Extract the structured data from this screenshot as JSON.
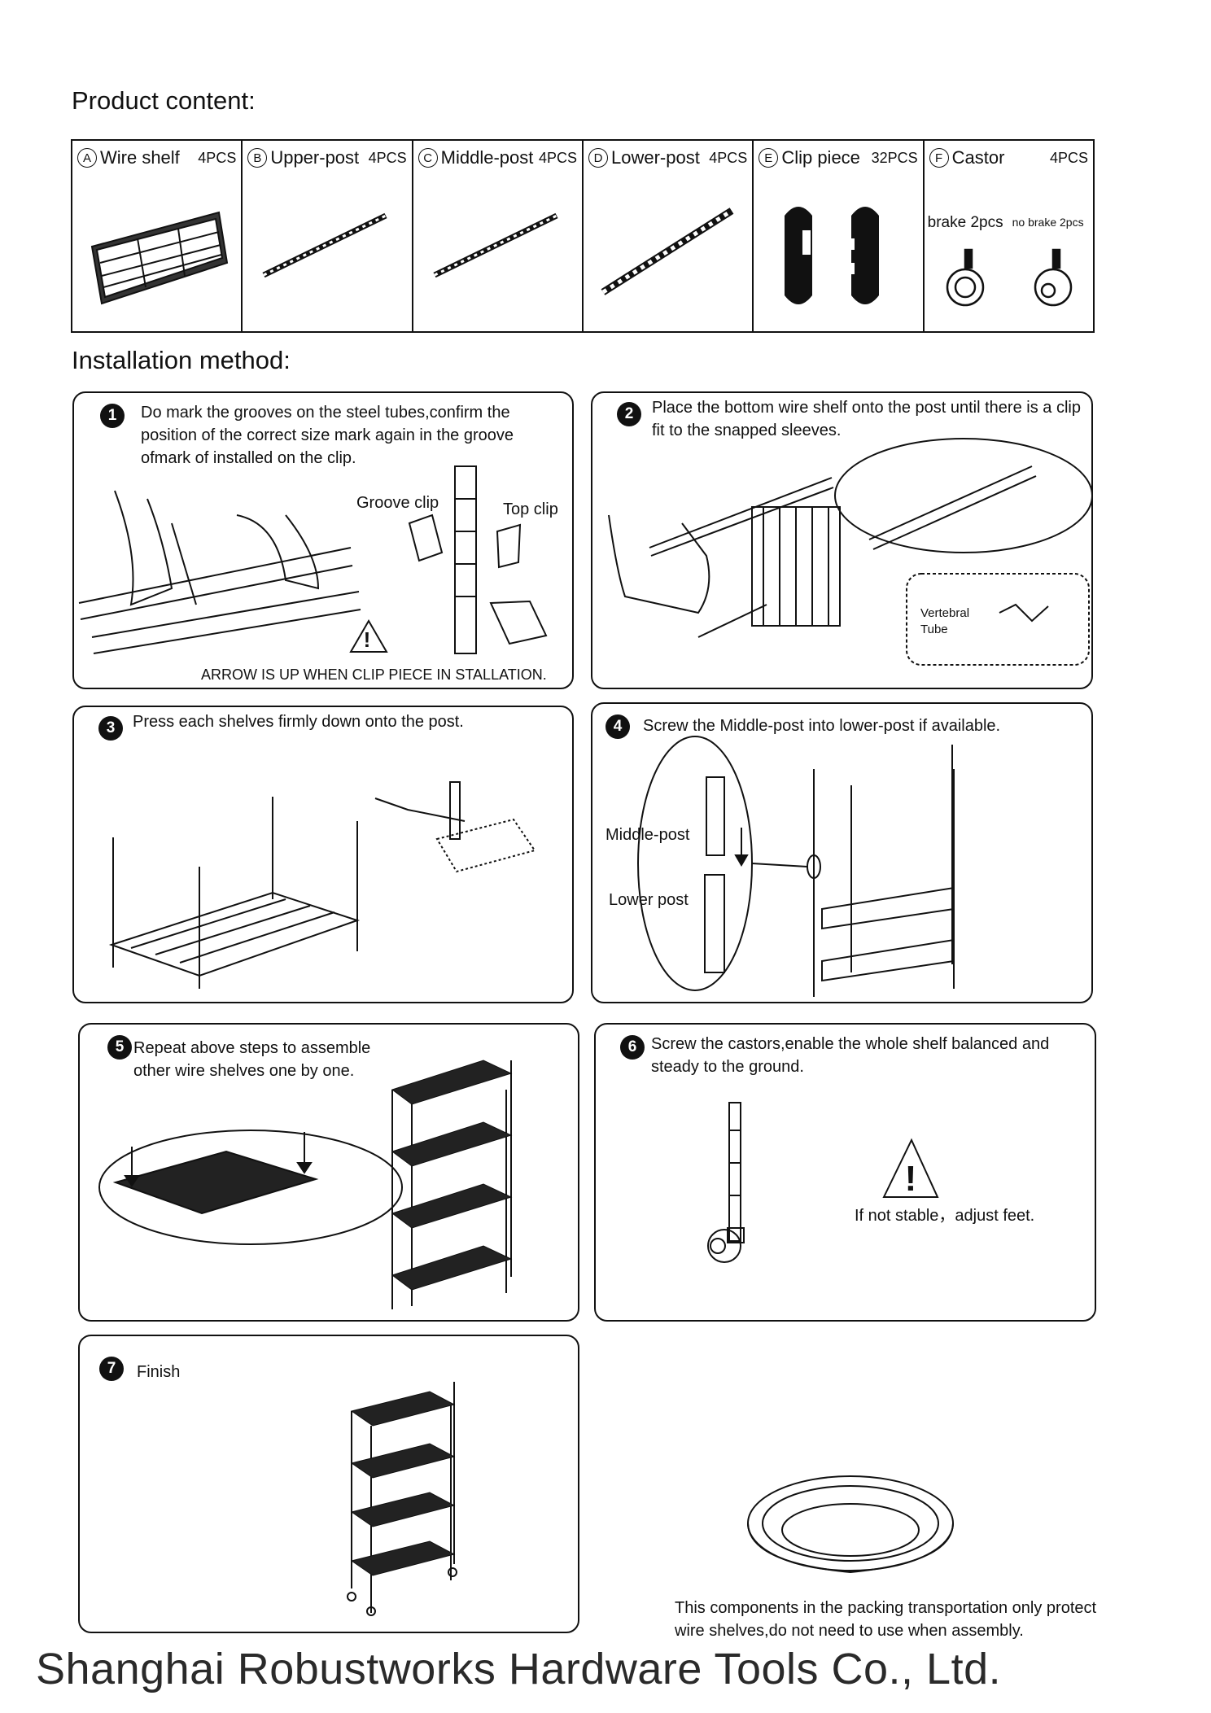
{
  "product_content": {
    "title": "Product content:",
    "parts": [
      {
        "letter": "A",
        "name": "Wire shelf",
        "qty": "4PCS"
      },
      {
        "letter": "B",
        "name": "Upper-post",
        "qty": "4PCS"
      },
      {
        "letter": "C",
        "name": "Middle-post",
        "qty": "4PCS"
      },
      {
        "letter": "D",
        "name": "Lower-post",
        "qty": "4PCS"
      },
      {
        "letter": "E",
        "name": "Clip piece",
        "qty": "32PCS"
      },
      {
        "letter": "F",
        "name": "Castor",
        "qty": "4PCS"
      }
    ],
    "castor_brake": "brake 2pcs",
    "castor_no_brake": "no brake 2pcs"
  },
  "installation": {
    "title": "Installation method:",
    "steps": [
      {
        "num": "1",
        "text": "Do mark the grooves on the steel tubes,confirm the position of the correct size mark again in the groove ofmark of installed on the clip.",
        "labels": {
          "groove_clip": "Groove clip",
          "top_clip": "Top clip",
          "note": "ARROW IS UP WHEN CLIP PIECE IN STALLATION."
        }
      },
      {
        "num": "2",
        "text": "Place the bottom wire shelf onto the post until there is a clip fit to the snapped sleeves.",
        "labels": {
          "vertebral": "Vertebral",
          "tube": "Tube"
        }
      },
      {
        "num": "3",
        "text": "Press each shelves firmly down onto the post."
      },
      {
        "num": "4",
        "text": "Screw the Middle-post into lower-post if available.",
        "labels": {
          "middle": "Middle-post",
          "lower": "Lower  post"
        }
      },
      {
        "num": "5",
        "text": "Repeat above steps to assemble other wire shelves one by one."
      },
      {
        "num": "6",
        "text": "Screw the castors,enable the whole shelf balanced and steady to the ground.",
        "labels": {
          "warning": "If not stable，adjust feet."
        }
      },
      {
        "num": "7",
        "text": "Finish"
      }
    ]
  },
  "packing_note": "This components in the packing transportation only protect wire shelves,do not need to use when assembly.",
  "company": "Shanghai Robustworks Hardware Tools Co., Ltd."
}
